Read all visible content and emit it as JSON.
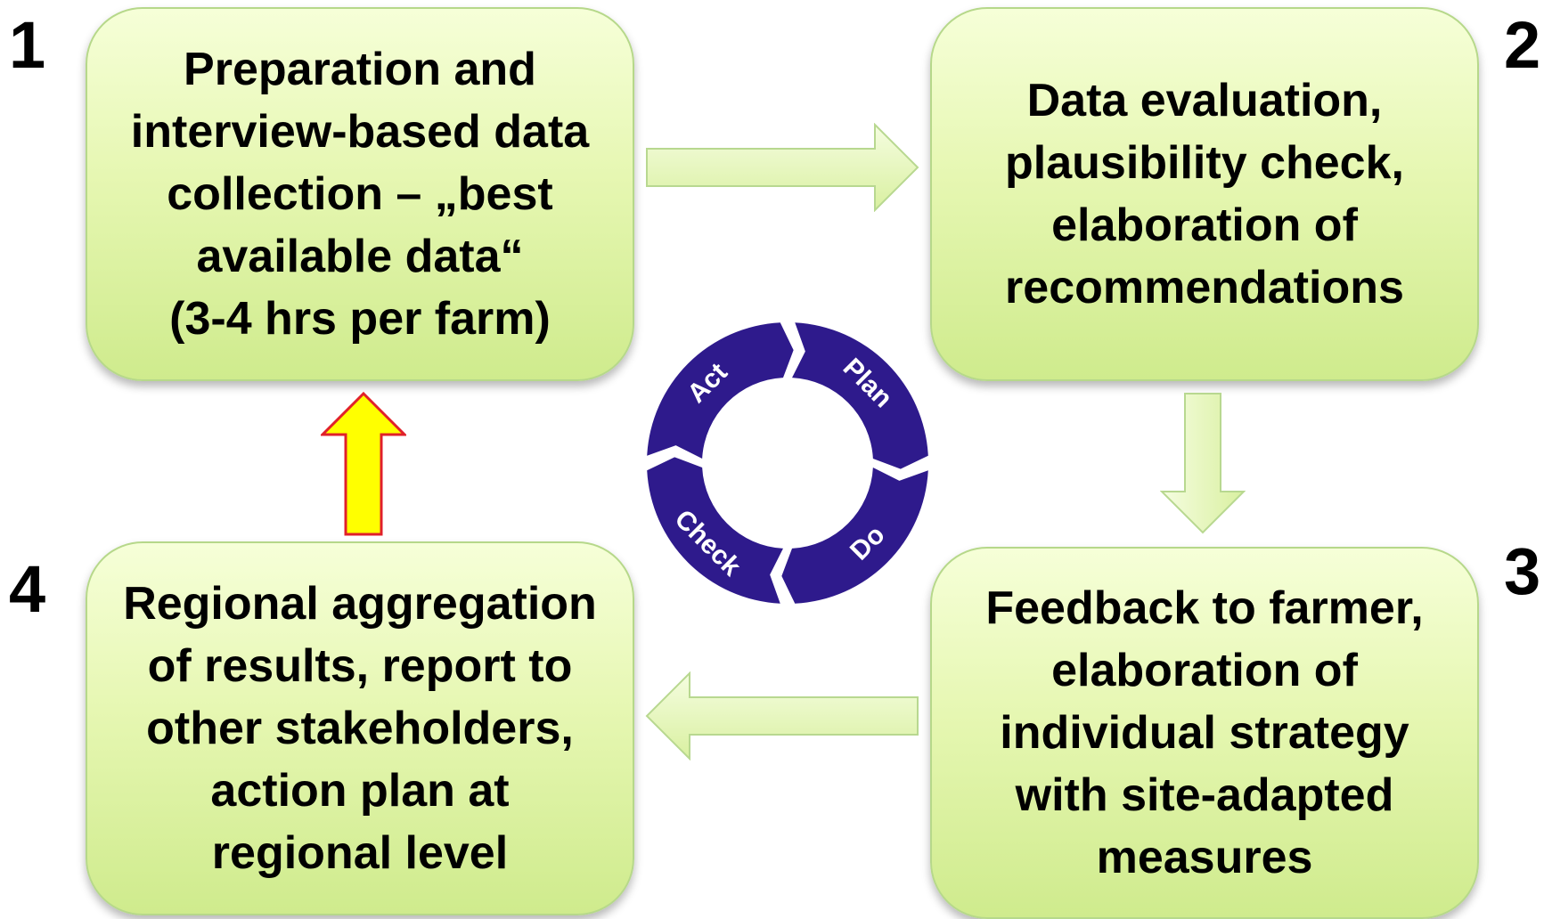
{
  "steps": [
    {
      "number": "1",
      "text": "Preparation and\ninterview-based data\ncollection – „best\navailable data“\n(3-4 hrs per farm)"
    },
    {
      "number": "2",
      "text": "Data evaluation,\nplausibility check,\nelaboration of\nrecommendations"
    },
    {
      "number": "3",
      "text": "Feedback to farmer,\nelaboration of\nindividual strategy\nwith site-adapted\nmeasures"
    },
    {
      "number": "4",
      "text": "Regional aggregation\nof results, report to\nother stakeholders,\naction plan at\nregional level"
    }
  ],
  "cycle": {
    "labels": [
      "Plan",
      "Do",
      "Check",
      "Act"
    ],
    "color": "#2e1a8c"
  },
  "colors": {
    "box_fill": "#e6f7b2",
    "box_border": "#b6d88a",
    "arrow_green": "#e4f6b8",
    "arrow_yellow": "#ffff00",
    "arrow_red_outline": "#e0202a"
  }
}
